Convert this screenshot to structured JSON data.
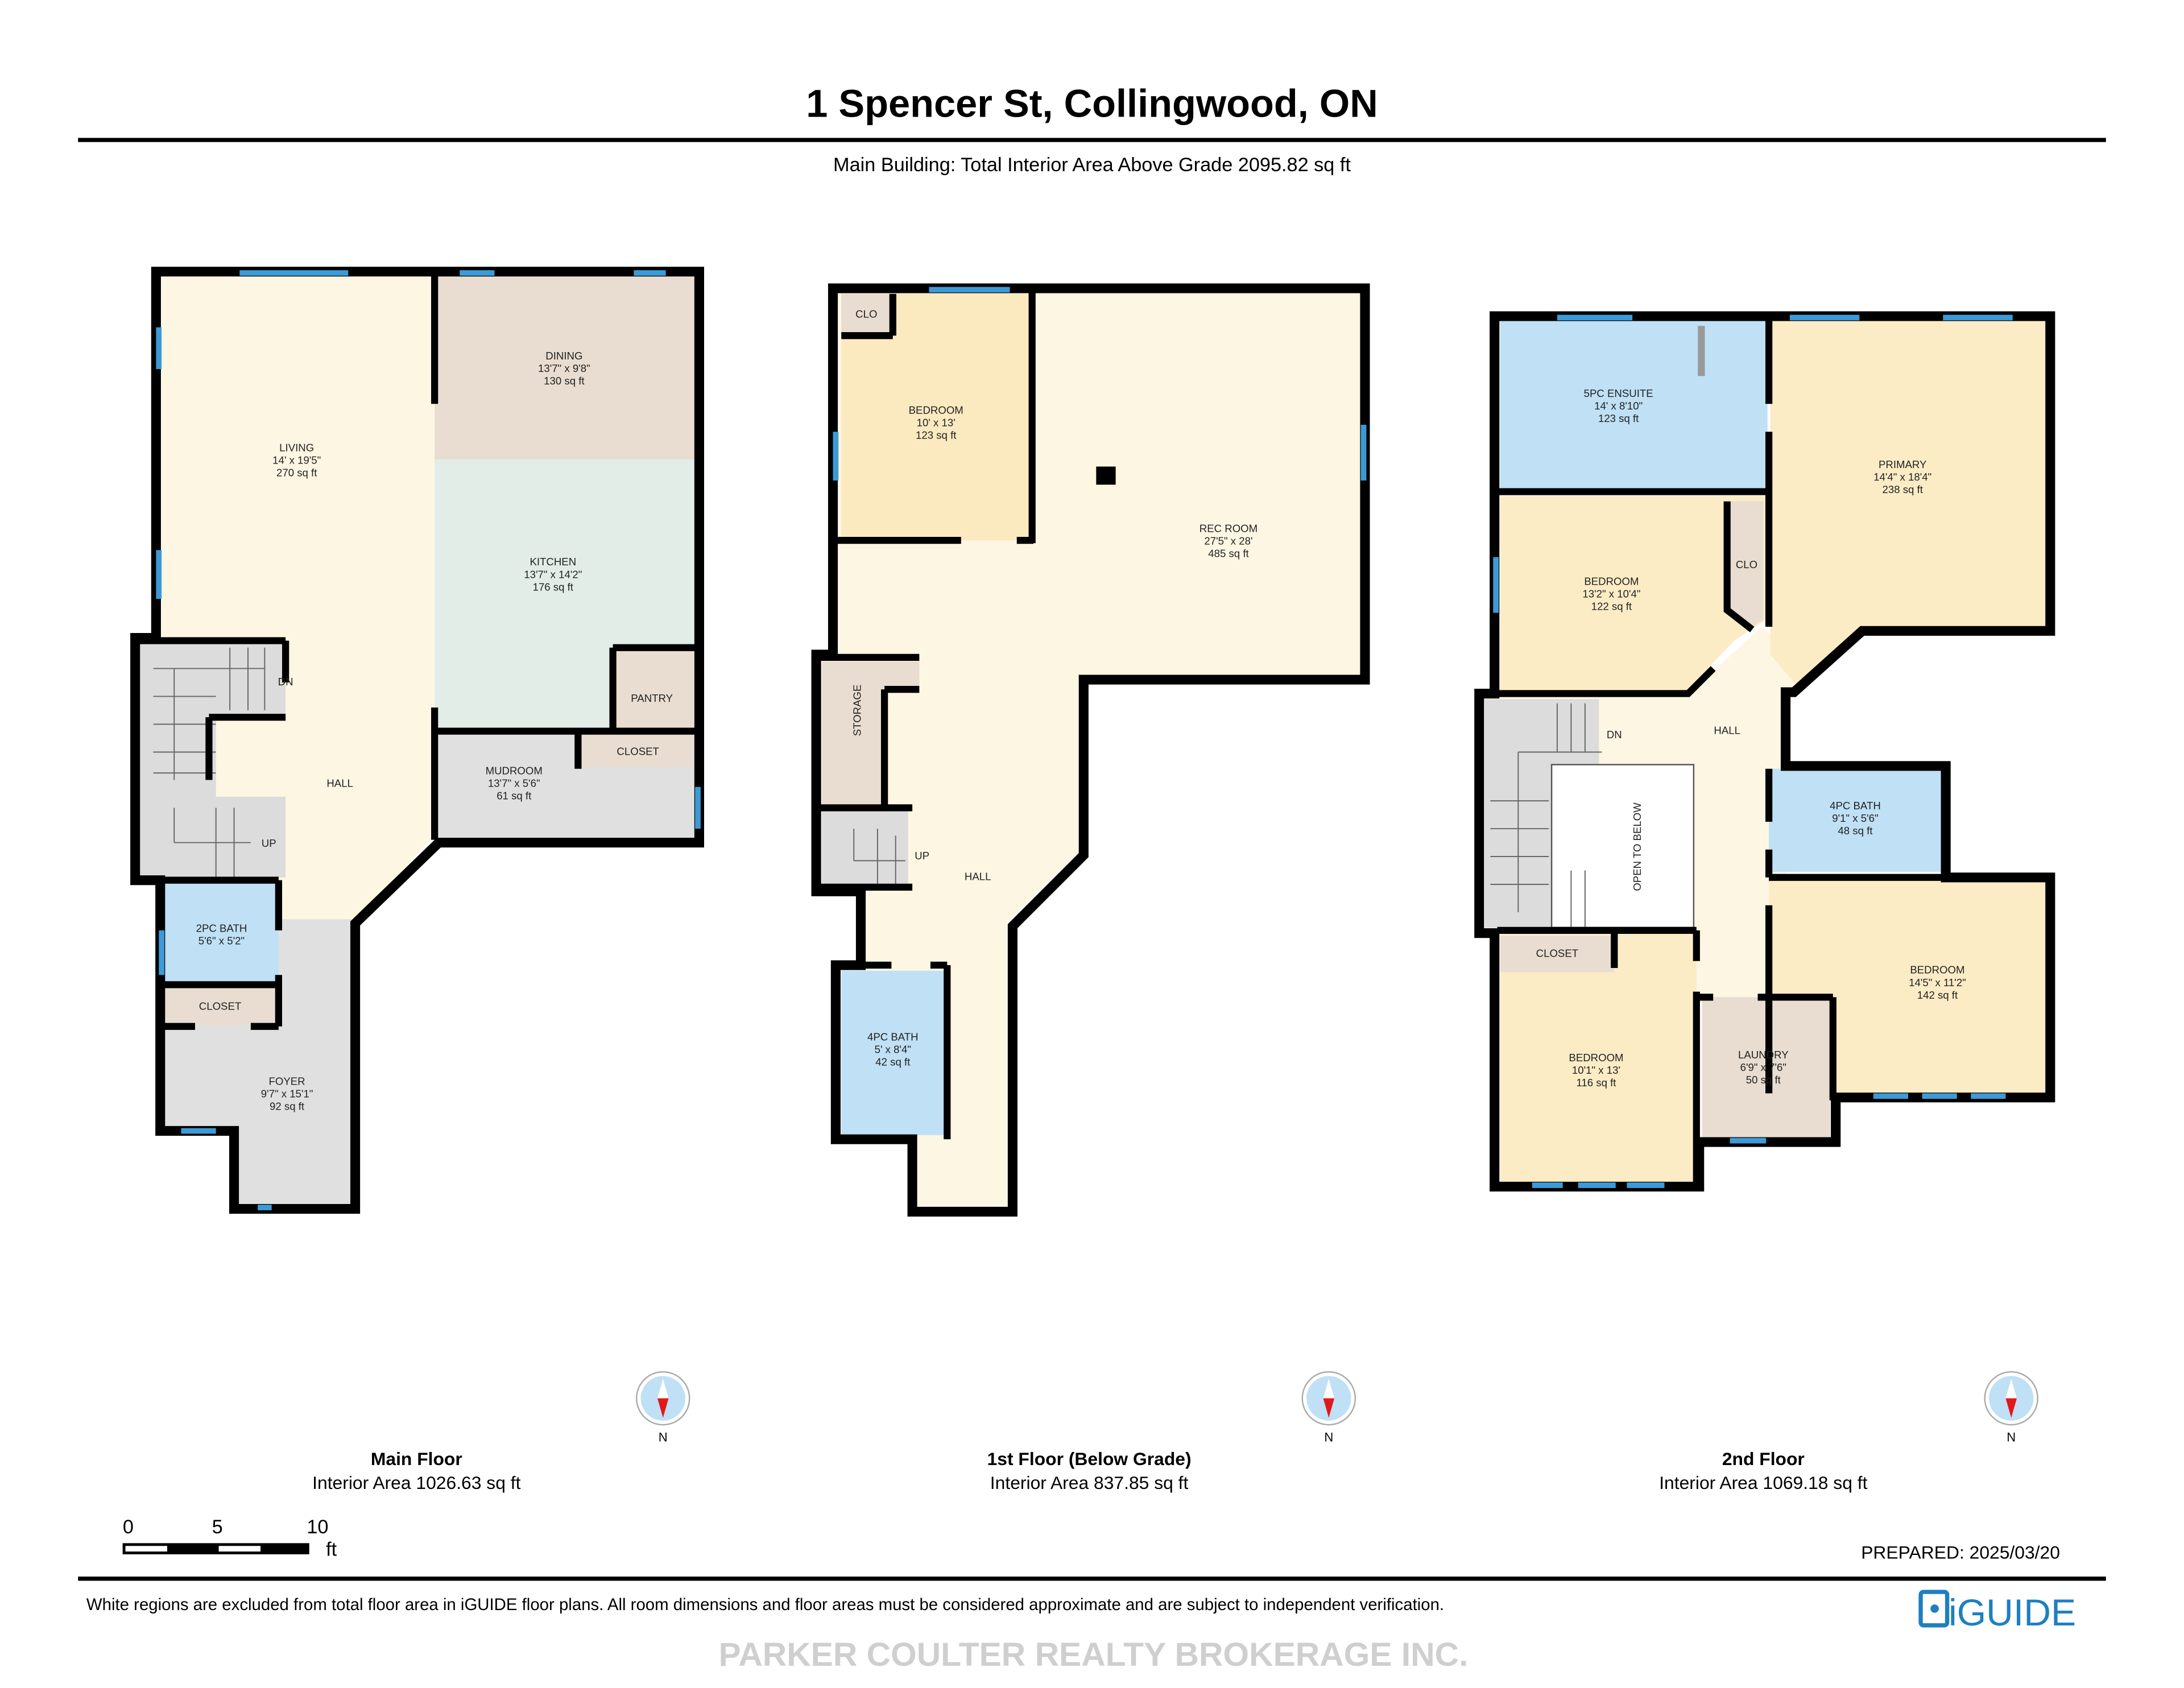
{
  "header": {
    "title": "1 Spencer St, Collingwood, ON",
    "subtitle": "Main Building: Total Interior Area Above Grade 2095.82 sq ft"
  },
  "colors": {
    "wall": "#000000",
    "window": "#3d9ad6",
    "living_space": "#fdf6e3",
    "bedroom": "#fbecc5",
    "bath": "#bfe0f5",
    "utility": "#e8ddd0",
    "kitchen": "#e3ede8",
    "circulation": "#e0e0e0",
    "brand": "#1e7fc0"
  },
  "floors": [
    {
      "name": "Main Floor",
      "area": "Interior Area 1026.63 sq ft",
      "north_label": "N",
      "rooms": [
        {
          "name": "LIVING",
          "dims": "14' x 19'5\"",
          "area": "270 sq ft"
        },
        {
          "name": "DINING",
          "dims": "13'7\" x 9'8\"",
          "area": "130 sq ft"
        },
        {
          "name": "KITCHEN",
          "dims": "13'7\" x 14'2\"",
          "area": "176 sq ft"
        },
        {
          "name": "PANTRY"
        },
        {
          "name": "HALL"
        },
        {
          "name": "MUDROOM",
          "dims": "13'7\" x 5'6\"",
          "area": "61 sq ft"
        },
        {
          "name": "CLOSET"
        },
        {
          "name": "2PC BATH",
          "dims": "5'6\" x 5'2\""
        },
        {
          "name": "CLOSET"
        },
        {
          "name": "FOYER",
          "dims": "9'7\" x 15'1\"",
          "area": "92 sq ft"
        }
      ],
      "stairs": {
        "down": "DN",
        "up": "UP"
      }
    },
    {
      "name": "1st Floor (Below Grade)",
      "area": "Interior Area 837.85 sq ft",
      "north_label": "N",
      "rooms": [
        {
          "name": "CLO"
        },
        {
          "name": "BEDROOM",
          "dims": "10' x 13'",
          "area": "123 sq ft"
        },
        {
          "name": "REC ROOM",
          "dims": "27'5\" x 28'",
          "area": "485 sq ft"
        },
        {
          "name": "STORAGE"
        },
        {
          "name": "HALL"
        },
        {
          "name": "4PC BATH",
          "dims": "5' x 8'4\"",
          "area": "42 sq ft"
        }
      ],
      "stairs": {
        "up": "UP"
      }
    },
    {
      "name": "2nd Floor",
      "area": "Interior Area 1069.18 sq ft",
      "north_label": "N",
      "rooms": [
        {
          "name": "5PC ENSUITE",
          "dims": "14' x 8'10\"",
          "area": "123 sq ft"
        },
        {
          "name": "PRIMARY",
          "dims": "14'4\" x 18'4\"",
          "area": "238 sq ft"
        },
        {
          "name": "BEDROOM",
          "dims": "13'2\" x 10'4\"",
          "area": "122 sq ft"
        },
        {
          "name": "CLO"
        },
        {
          "name": "HALL"
        },
        {
          "name": "OPEN TO BELOW"
        },
        {
          "name": "4PC BATH",
          "dims": "9'1\" x 5'6\"",
          "area": "48 sq ft"
        },
        {
          "name": "BEDROOM",
          "dims": "14'5\" x 11'2\"",
          "area": "142 sq ft"
        },
        {
          "name": "CLOSET"
        },
        {
          "name": "BEDROOM",
          "dims": "10'1\" x 13'",
          "area": "116 sq ft"
        },
        {
          "name": "LAUNDRY",
          "dims": "6'9\" x 7'6\"",
          "area": "50 sq ft"
        }
      ],
      "stairs": {
        "down": "DN"
      }
    }
  ],
  "scale_bar": {
    "ticks": [
      "0",
      "5",
      "10"
    ],
    "unit": "ft"
  },
  "footer": {
    "prepared": "PREPARED: 2025/03/20",
    "disclaimer": "White regions are excluded from total floor area in iGUIDE floor plans. All room dimensions and floor areas must be considered approximate and are subject to independent verification.",
    "watermark": "PARKER COULTER REALTY BROKERAGE INC.",
    "logo": "iGUIDE"
  }
}
